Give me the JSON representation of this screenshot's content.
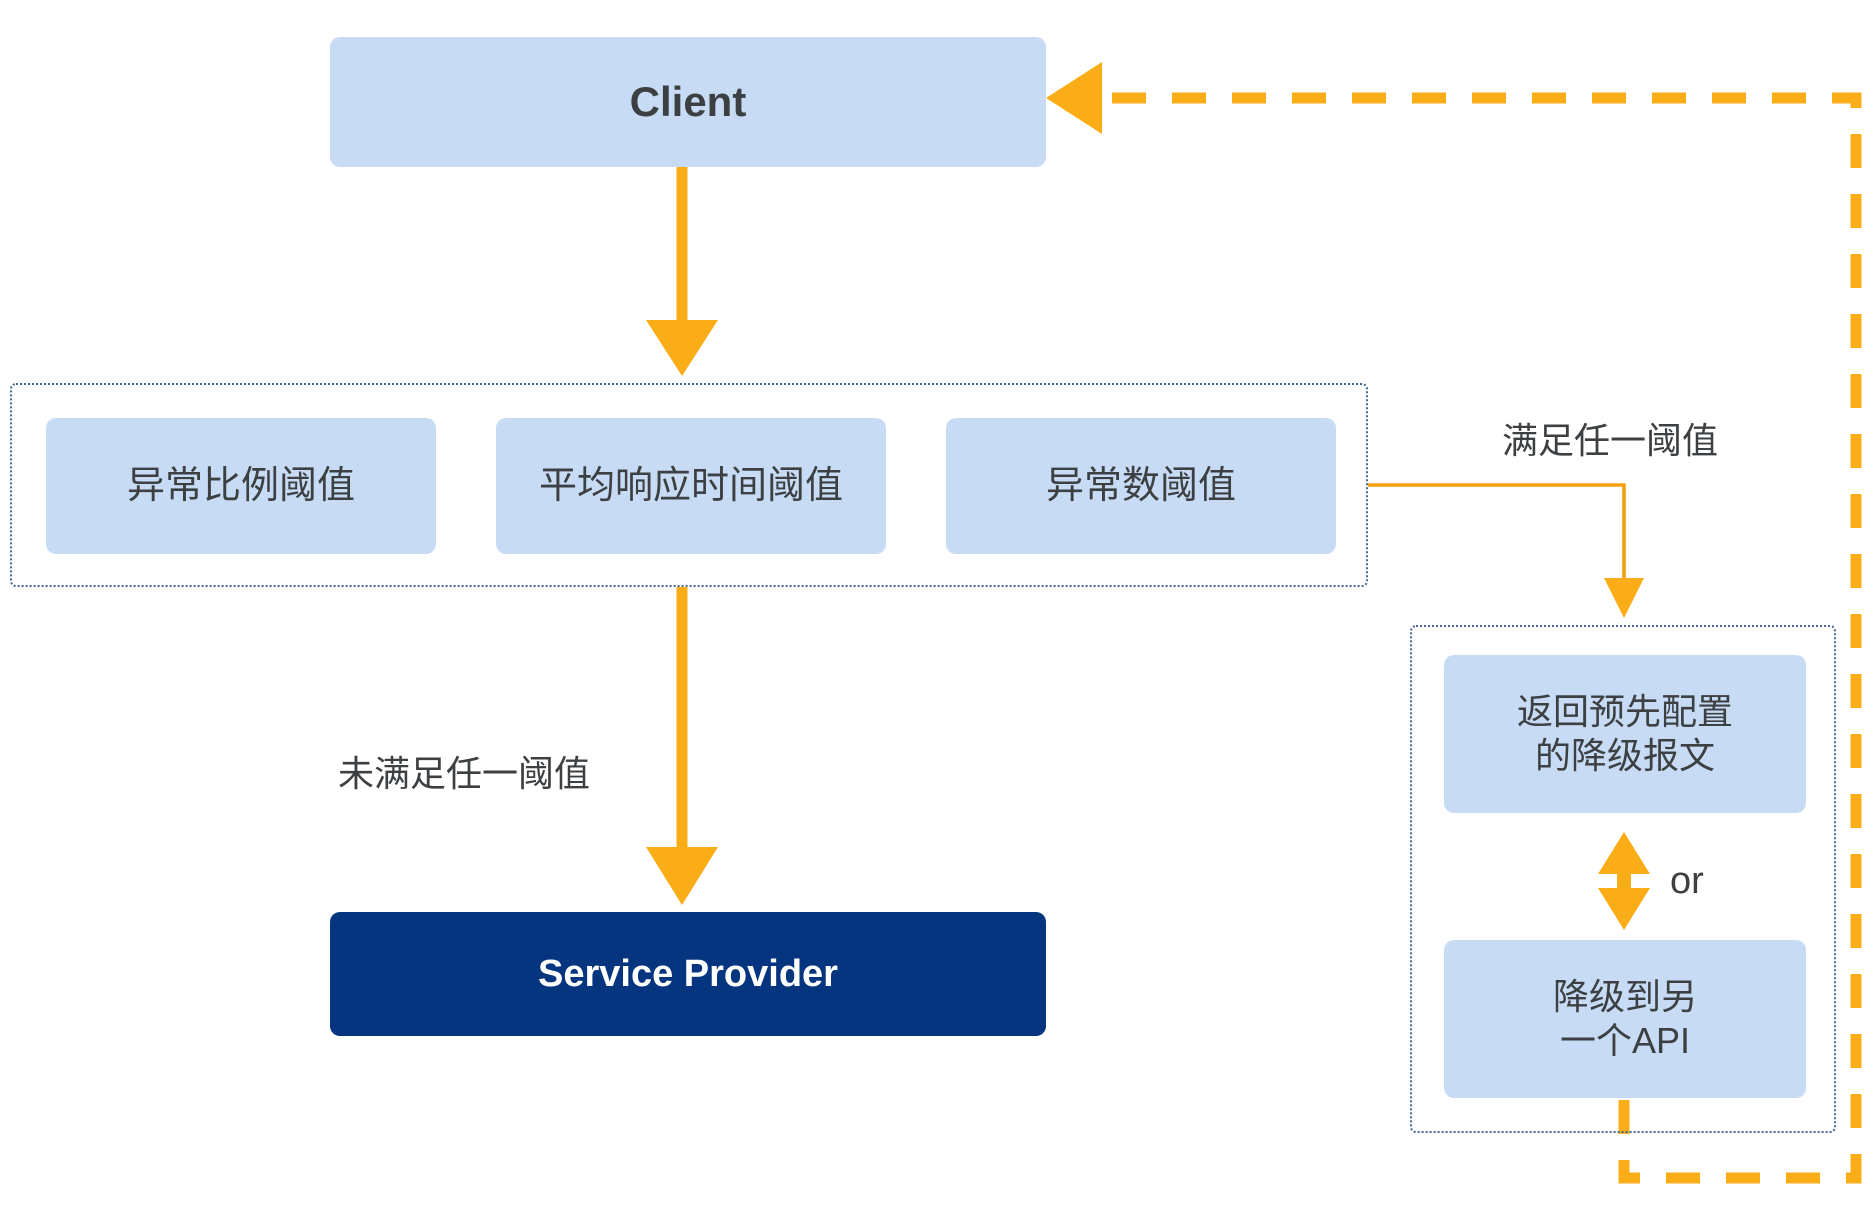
{
  "diagram": {
    "title": "Service degradation / circuit breaker flow",
    "colors": {
      "node_fill": "#c7dcf4",
      "node_navy": "#06357f",
      "arrow_orange": "#FBAD17",
      "thin_line_orange": "#F2A007",
      "group_border": "#44688f",
      "text": "#3d4043",
      "text_inverse": "#ffffff"
    },
    "client": {
      "label": "Client"
    },
    "service_provider": {
      "label": "Service Provider"
    },
    "threshold_group": {
      "boxes": [
        {
          "label": "异常比例阈值"
        },
        {
          "label": "平均响应时间阈值"
        },
        {
          "label": "异常数阈值"
        }
      ]
    },
    "fallback_group": {
      "boxes": [
        {
          "label": "返回预先配置\n的降级报文",
          "line1": "返回预先配置",
          "line2": "的降级报文"
        },
        {
          "label": "降级到另\n一个API",
          "line1": "降级到另",
          "line2": "一个API"
        }
      ],
      "connector_label": "or"
    },
    "edge_labels": {
      "meets_any_threshold": "满足任一阈值",
      "meets_no_threshold": "未满足任一阈值"
    },
    "arrows": [
      {
        "name": "client-to-thresholds",
        "style": "solid-thick",
        "direction": "down"
      },
      {
        "name": "thresholds-to-service-provider",
        "style": "solid-thick",
        "direction": "down"
      },
      {
        "name": "thresholds-to-fallback",
        "style": "thin-elbow",
        "direction": "right-down"
      },
      {
        "name": "fallback-or-connector",
        "style": "double-headed",
        "direction": "vertical"
      },
      {
        "name": "fallback-to-client-return",
        "style": "dashed-thick",
        "direction": "up-left"
      }
    ]
  }
}
